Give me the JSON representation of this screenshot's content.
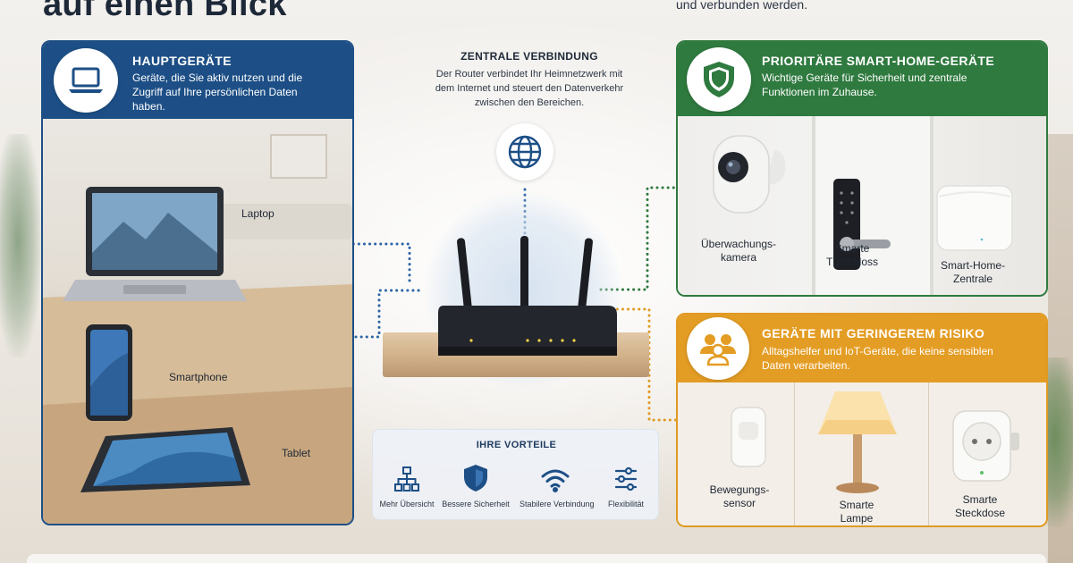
{
  "header": {
    "title_partial": "auf einen Blick",
    "subtitle_partial": "und verbunden werden."
  },
  "main_devices": {
    "title": "HAUPTGERÄTE",
    "description": "Geräte, die Sie aktiv nutzen und die Zugriff auf Ihre persönlichen Daten haben.",
    "icon": "laptop-icon",
    "color": "#1d4f86",
    "devices": [
      {
        "label": "Laptop",
        "icon": "laptop-icon"
      },
      {
        "label": "Smartphone",
        "icon": "smartphone-icon"
      },
      {
        "label": "Tablet",
        "icon": "tablet-icon"
      }
    ]
  },
  "center": {
    "title": "ZENTRALE VERBINDUNG",
    "description": "Der Router verbindet Ihr Heimnetzwerk mit dem Internet und steuert den Datenverkehr zwischen den Bereichen.",
    "icon": "globe-icon",
    "device_icon": "router-icon"
  },
  "priority_devices": {
    "title": "PRIORITÄRE SMART-HOME-GERÄTE",
    "description": "Wichtige Geräte für Sicherheit und zentrale Funktionen im Zuhause.",
    "icon": "shield-icon",
    "color": "#2f7a3f",
    "devices": [
      {
        "label_line1": "Überwachungs-",
        "label_line2": "kamera",
        "icon": "camera-icon"
      },
      {
        "label_line1": "Smarte",
        "label_line2": "Türschloss",
        "icon": "door-lock-icon"
      },
      {
        "label_line1": "Smart-Home-",
        "label_line2": "Zentrale",
        "icon": "hub-icon"
      }
    ]
  },
  "low_risk_devices": {
    "title": "GERÄTE MIT GERINGEREM RISIKO",
    "description": "Alltagshelfer und IoT-Geräte, die keine sensiblen Daten verarbeiten.",
    "icon": "people-icon",
    "color": "#e49d24",
    "devices": [
      {
        "label_line1": "Bewegungs-",
        "label_line2": "sensor",
        "icon": "motion-sensor-icon"
      },
      {
        "label_line1": "Smarte",
        "label_line2": "Lampe",
        "icon": "lamp-icon"
      },
      {
        "label_line1": "Smarte",
        "label_line2": "Steckdose",
        "icon": "smart-plug-icon"
      }
    ]
  },
  "benefits": {
    "title": "IHRE VORTEILE",
    "items": [
      {
        "label": "Mehr Übersicht",
        "icon": "network-tree-icon"
      },
      {
        "label": "Bessere Sicherheit",
        "icon": "shield-icon"
      },
      {
        "label": "Stabilere Verbindung",
        "icon": "wifi-icon"
      },
      {
        "label": "Flexibilität",
        "icon": "sliders-icon"
      }
    ]
  }
}
